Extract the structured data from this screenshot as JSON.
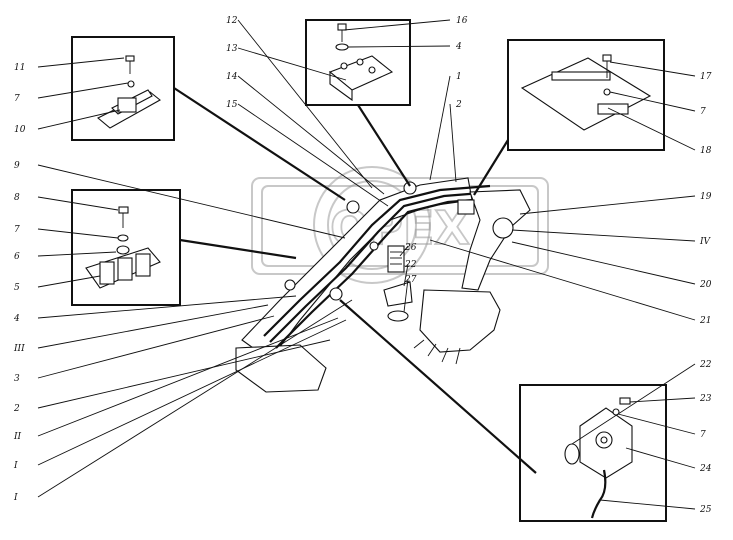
{
  "labels": {
    "left": [
      "11",
      "7",
      "10",
      "9",
      "8",
      "7",
      "6",
      "5",
      "4",
      "III",
      "3",
      "2",
      "II",
      "I",
      "I"
    ],
    "top": [
      "12",
      "13",
      "14",
      "15",
      "16",
      "4",
      "1",
      "2"
    ],
    "right": [
      "17",
      "7",
      "18",
      "19",
      "IV",
      "20",
      "21",
      "22",
      "23",
      "7",
      "24",
      "25"
    ],
    "center": [
      "26",
      "22",
      "27"
    ]
  },
  "watermark": {
    "text": "OPEX"
  }
}
